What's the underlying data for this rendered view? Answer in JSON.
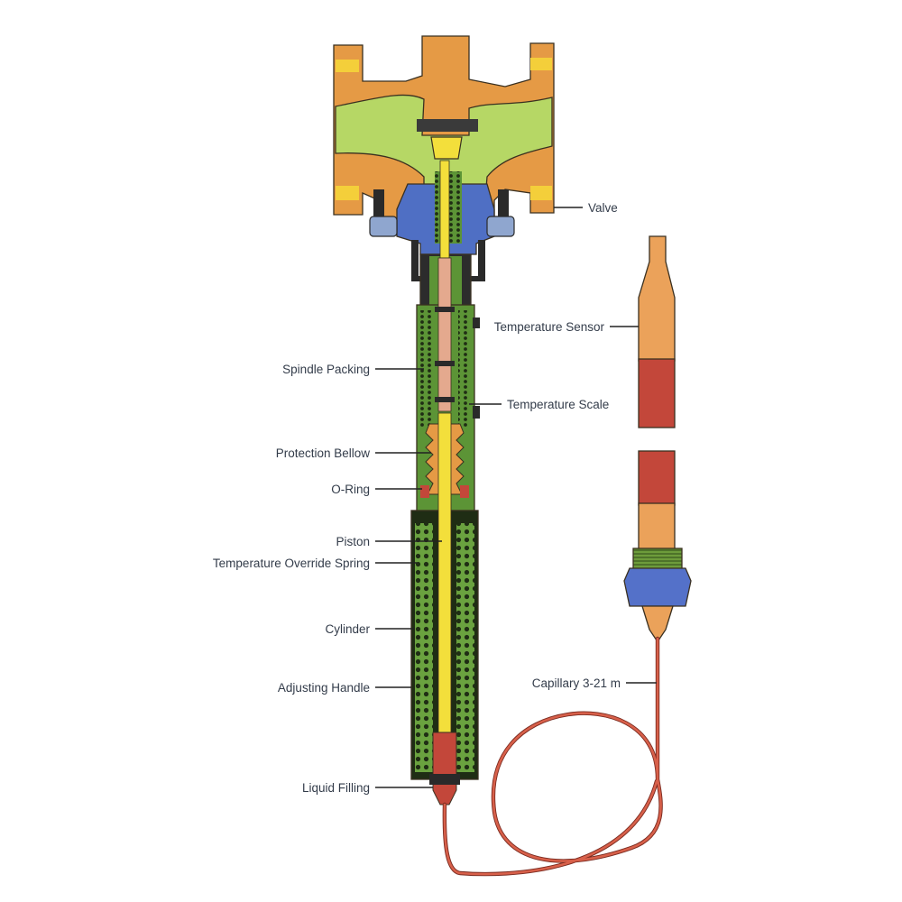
{
  "colors": {
    "flange": "#e59a45",
    "flange_accent": "#f4cf3a",
    "body": "#b6d765",
    "bonnet": "#4f6fc4",
    "bolt": "#8fa6cf",
    "packing_green": "#5c9436",
    "spring_dark": "#26361a",
    "spindle": "#f3df3b",
    "pin": "#e4a98e",
    "cap_brown": "#d46a40",
    "sensor_orange": "#eba25a",
    "sensor_red": "#c3473a",
    "capillary": "#d8604a",
    "nut_green": "#6d9c3b",
    "nut_blue": "#5471c9",
    "leader": "#222222",
    "text": "#333c4a"
  },
  "labels": {
    "valve": "Valve",
    "temperature_sensor": "Temperature Sensor",
    "spindle_packing": "Spindle Packing",
    "temperature_scale": "Temperature Scale",
    "protection_bellow": "Protection Bellow",
    "o_ring": "O-Ring",
    "piston": "Piston",
    "temperature_override_spring": "Temperature Override Spring",
    "cylinder": "Cylinder",
    "adjusting_handle": "Adjusting Handle",
    "capillary": "Capillary 3-21 m",
    "liquid_filling": "Liquid Filling"
  },
  "icons": {
    "valve_body": "valve-body-cutaway-icon",
    "actuator": "thermostatic-actuator-cutaway-icon",
    "sensor": "temperature-sensor-bulb-icon",
    "capillary": "capillary-tube-icon"
  }
}
